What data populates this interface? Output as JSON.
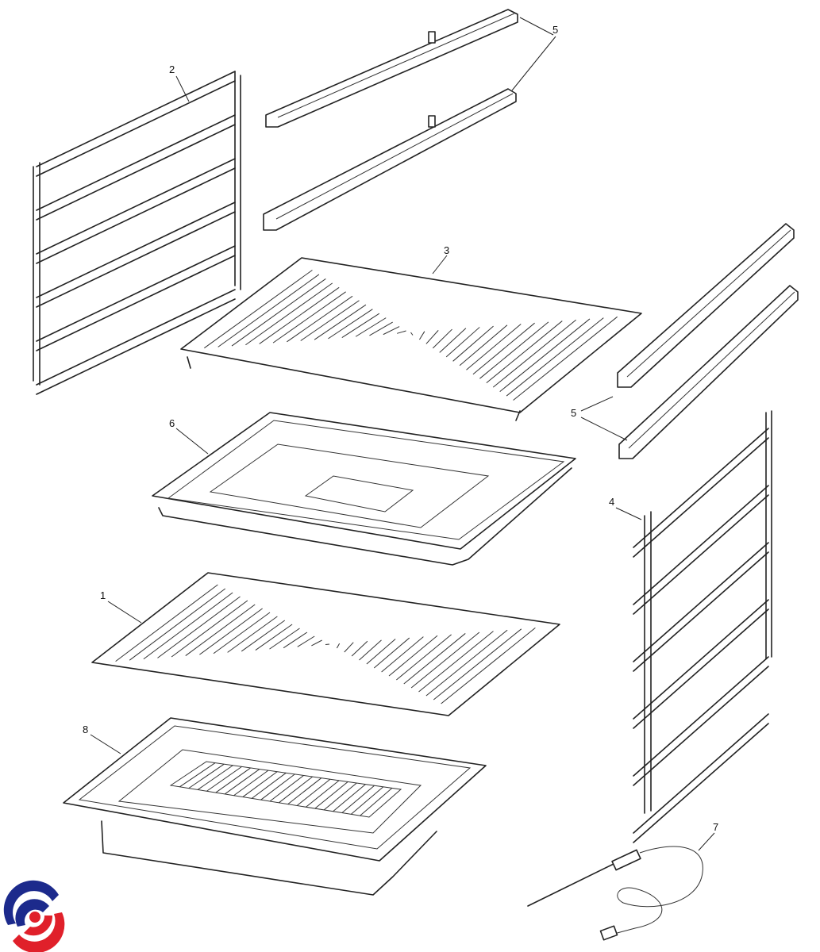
{
  "diagram": {
    "title": "Oven accessories exploded view",
    "callouts": [
      {
        "id": "side-rack-left",
        "label": "2"
      },
      {
        "id": "telescopic-runners-top",
        "label": "5"
      },
      {
        "id": "grill-rack-upper",
        "label": "3"
      },
      {
        "id": "telescopic-runners-right",
        "label": "5"
      },
      {
        "id": "shallow-baking-tray",
        "label": "6"
      },
      {
        "id": "side-rack-right",
        "label": "4"
      },
      {
        "id": "grill-rack-lower",
        "label": "1"
      },
      {
        "id": "deep-roasting-pan",
        "label": "8"
      },
      {
        "id": "meat-probe",
        "label": "7"
      }
    ],
    "logo": {
      "name": "brand-swirl-logo",
      "colors": [
        "#1c2a8c",
        "#e0202a"
      ]
    }
  }
}
